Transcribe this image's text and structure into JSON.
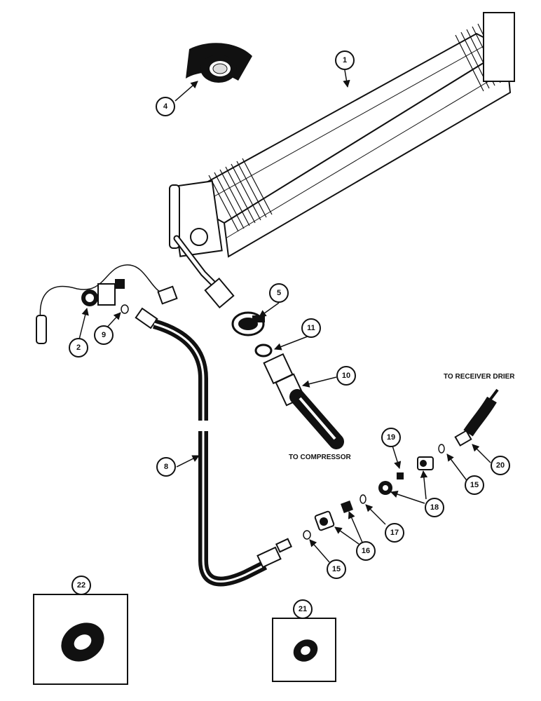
{
  "callouts": {
    "c1": "1",
    "c2": "2",
    "c4": "4",
    "c5": "5",
    "c8": "8",
    "c9": "9",
    "c10": "10",
    "c11": "11",
    "c15a": "15",
    "c15b": "15",
    "c16": "16",
    "c17": "17",
    "c18": "18",
    "c19": "19",
    "c20": "20",
    "c21": "21",
    "c22": "22"
  },
  "notes": {
    "to_receiver_drier": "TO RECEIVER DRIER",
    "to_compressor": "TO COMPRESSOR"
  },
  "colors": {
    "ink": "#111111",
    "paper": "#ffffff"
  }
}
